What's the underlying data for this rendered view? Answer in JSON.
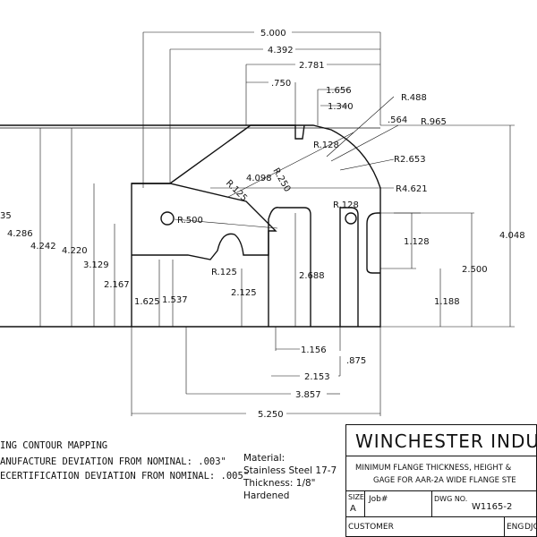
{
  "dimensions": [
    {
      "id": "w5000",
      "text": "5.000"
    },
    {
      "id": "w4392",
      "text": "4.392"
    },
    {
      "id": "w2781",
      "text": "2.781"
    },
    {
      "id": "w750",
      "text": ".750"
    },
    {
      "id": "w1656",
      "text": "1.656"
    },
    {
      "id": "w1340",
      "text": "1.340"
    },
    {
      "id": "r488",
      "text": "R.488"
    },
    {
      "id": "w564",
      "text": ".564"
    },
    {
      "id": "r965",
      "text": "R.965"
    },
    {
      "id": "r128a",
      "text": "R.128"
    },
    {
      "id": "r2653",
      "text": "R2.653"
    },
    {
      "id": "h4098",
      "text": "4.098"
    },
    {
      "id": "r250",
      "text": "R.250"
    },
    {
      "id": "r4621",
      "text": "R4.621"
    },
    {
      "id": "r125a",
      "text": "R.125"
    },
    {
      "id": "r128b",
      "text": "R.128"
    },
    {
      "id": "r500",
      "text": "R.500"
    },
    {
      "id": "h35",
      "text": "35"
    },
    {
      "id": "h4286",
      "text": "4.286"
    },
    {
      "id": "h4242",
      "text": "4.242"
    },
    {
      "id": "h4220",
      "text": "4.220"
    },
    {
      "id": "h3129",
      "text": "3.129"
    },
    {
      "id": "h2167",
      "text": "2.167"
    },
    {
      "id": "h1625",
      "text": "1.625"
    },
    {
      "id": "h1537",
      "text": "1.537"
    },
    {
      "id": "r125b",
      "text": "R.125"
    },
    {
      "id": "h2125",
      "text": "2.125"
    },
    {
      "id": "h2688",
      "text": "2.688"
    },
    {
      "id": "h1128",
      "text": "1.128"
    },
    {
      "id": "h2500",
      "text": "2.500"
    },
    {
      "id": "h1188",
      "text": "1.188"
    },
    {
      "id": "h4048",
      "text": "4.048"
    },
    {
      "id": "w1156",
      "text": "1.156"
    },
    {
      "id": "w875",
      "text": ".875"
    },
    {
      "id": "w2153",
      "text": "2.153"
    },
    {
      "id": "w3857",
      "text": "3.857"
    },
    {
      "id": "w5250",
      "text": "5.250"
    }
  ],
  "notes": {
    "line1": "ING CONTOUR MAPPING",
    "line2": "ANUFACTURE DEVIATION FROM NOMINAL: .003\"",
    "line3": "ECERTIFICATION DEVIATION FROM NOMINAL: .005\""
  },
  "material": {
    "line1": "Material:",
    "line2": "Stainless Steel 17-7",
    "line3": "Thickness: 1/8\"",
    "line4": "Hardened"
  },
  "title_block": {
    "company": "WINCHESTER INDUSTRI",
    "description_line1": "MINIMUM FLANGE THICKNESS, HEIGHT &",
    "description_line2": "GAGE FOR AAR-2A WIDE FLANGE STE",
    "size_label": "SIZE",
    "size_value": "A",
    "job_label": "Job#",
    "dwg_label": "DWG NO.",
    "dwg_value": "W1165-2",
    "customer_label": "CUSTOMER",
    "eng_label": "ENG",
    "eng_value": "DJC"
  }
}
